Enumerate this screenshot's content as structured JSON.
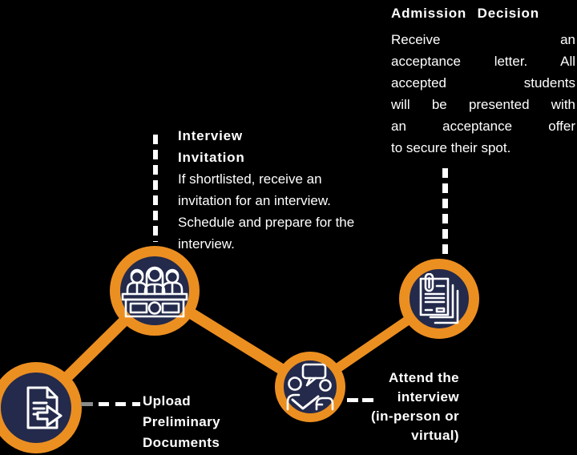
{
  "colors": {
    "orange": "#EC8F21",
    "navy": "#232A4B",
    "text": "#FFFFFF",
    "background": "#000000",
    "muted_dash": "#8B8B8B"
  },
  "steps": {
    "upload": {
      "label_lines": [
        "Upload",
        "Preliminary",
        "Documents"
      ],
      "icon": "document-upload-icon"
    },
    "interview_invitation": {
      "title_lines": [
        "Interview",
        "Invitation"
      ],
      "body_lines": [
        "If shortlisted, receive an",
        "invitation for an interview.",
        "Schedule and prepare for the",
        "interview."
      ],
      "icon": "interview-panel-icon"
    },
    "attend_interview": {
      "label_lines": [
        "Attend the",
        "interview",
        "(in-person or",
        "virtual)"
      ],
      "icon": "conversation-icon"
    },
    "admission_decision": {
      "title": "Admission Decision",
      "body_lines": [
        "Receive an",
        "acceptance letter. All",
        "accepted students",
        "will be presented with",
        "an acceptance offer",
        "to secure their spot."
      ],
      "icon": "acceptance-letter-icon"
    }
  }
}
